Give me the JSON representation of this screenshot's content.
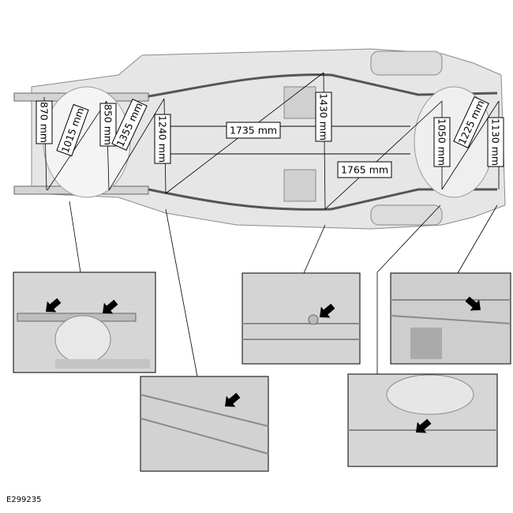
{
  "figure_id": "E299235",
  "dimensions": [
    {
      "id": "d870",
      "label": "870 mm"
    },
    {
      "id": "d1015",
      "label": "1015 mm"
    },
    {
      "id": "d850",
      "label": "850 mm"
    },
    {
      "id": "d1355",
      "label": "1355 mm"
    },
    {
      "id": "d1240",
      "label": "1240 mm"
    },
    {
      "id": "d1735",
      "label": "1735 mm"
    },
    {
      "id": "d1430",
      "label": "1430 mm"
    },
    {
      "id": "d1765",
      "label": "1765 mm"
    },
    {
      "id": "d1050",
      "label": "1050 mm"
    },
    {
      "id": "d1225",
      "label": "1225 mm"
    },
    {
      "id": "d1130",
      "label": "1130 mm"
    }
  ],
  "colors": {
    "body": "#e6e6e6",
    "body_line": "#8a8a8a",
    "inset_bg": "#cfcfcf",
    "arrow": "#000000"
  }
}
